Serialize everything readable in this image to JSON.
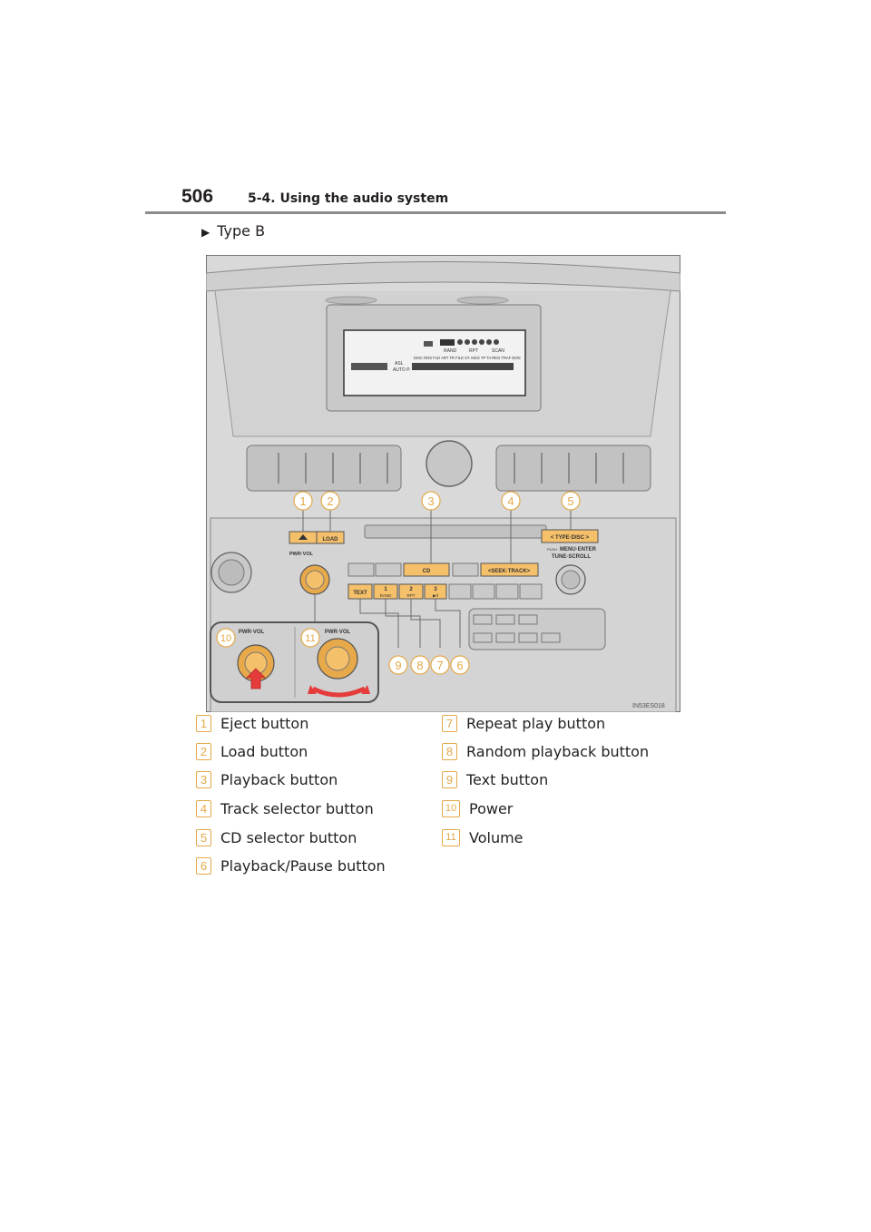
{
  "header": {
    "page_number": "506",
    "section_title": "5-4. Using the audio system"
  },
  "type_label": "Type B",
  "figure": {
    "code": "IN53ES018",
    "buttons": {
      "load": "LOAD",
      "type_disc": "< TYPE·DISC >",
      "cd": "CD",
      "seek_track": "<SEEK·TRACK>",
      "text": "TEXT",
      "rand_num": "1",
      "rand": "RAND",
      "rpt_num": "2",
      "rpt": "RPT",
      "play_num": "3",
      "play": "▶II"
    },
    "knob_labels": {
      "pwr_vol": "PWR·VOL",
      "push": "PUSH",
      "menu_enter": "MENU·ENTER",
      "tune_scroll": "TUNE·SCROLL"
    },
    "display_text": {
      "disc_line": "DISC RDS FLD ART TR FILE  ST. MSG TP  TA REG TRAF EON",
      "asl": "ASL",
      "auto_p": "AUTO P.",
      "rand": "RAND",
      "rpt": "RPT",
      "scan": "SCAN"
    },
    "inset_labels": [
      "PWR·VOL",
      "PWR·VOL"
    ],
    "callouts": [
      "1",
      "2",
      "3",
      "4",
      "5",
      "6",
      "7",
      "8",
      "9",
      "10",
      "11"
    ]
  },
  "legend": [
    {
      "num": "1",
      "text": "Eject button"
    },
    {
      "num": "2",
      "text": "Load button"
    },
    {
      "num": "3",
      "text": "Playback button"
    },
    {
      "num": "4",
      "text": "Track selector button"
    },
    {
      "num": "5",
      "text": "CD selector button"
    },
    {
      "num": "6",
      "text": "Playback/Pause button"
    },
    {
      "num": "7",
      "text": "Repeat play button"
    },
    {
      "num": "8",
      "text": "Random playback button"
    },
    {
      "num": "9",
      "text": "Text button"
    },
    {
      "num": "10",
      "text": "Power"
    },
    {
      "num": "11",
      "text": "Volume"
    }
  ],
  "colors": {
    "accent": "#e3a94a",
    "button_fill": "#f5c06a",
    "panel": "#d6d6d6",
    "line": "#7a7a7a"
  }
}
